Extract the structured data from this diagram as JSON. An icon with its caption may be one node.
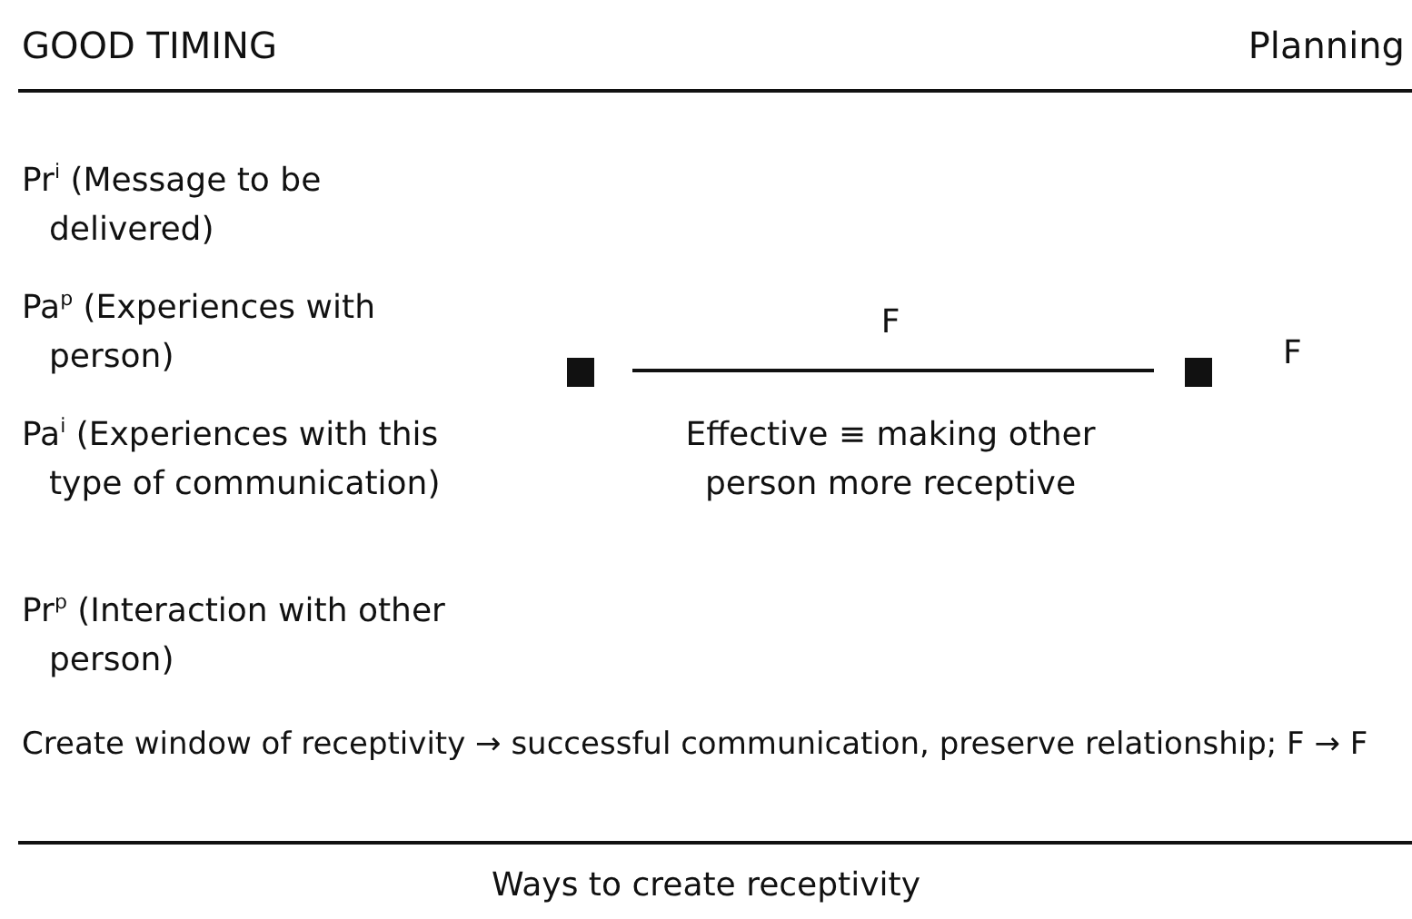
{
  "diagram": {
    "title": "GOOD TIMING",
    "caption": "Ways to create receptivity",
    "labels": [
      "Planning",
      "Pr$^{i}$ (Message to be delivered)",
      "Pa$^{p}$ (Experiences with person)",
      "Pa$^{i}$ (Experiences with this type of communication)",
      "Pr$^{p}$ (Interaction with other person)",
      "F",
      "Effective ≡ making other person more receptive",
      "F",
      "Create window of receptivity → successful communication, preserve relationship; F → F"
    ]
  }
}
